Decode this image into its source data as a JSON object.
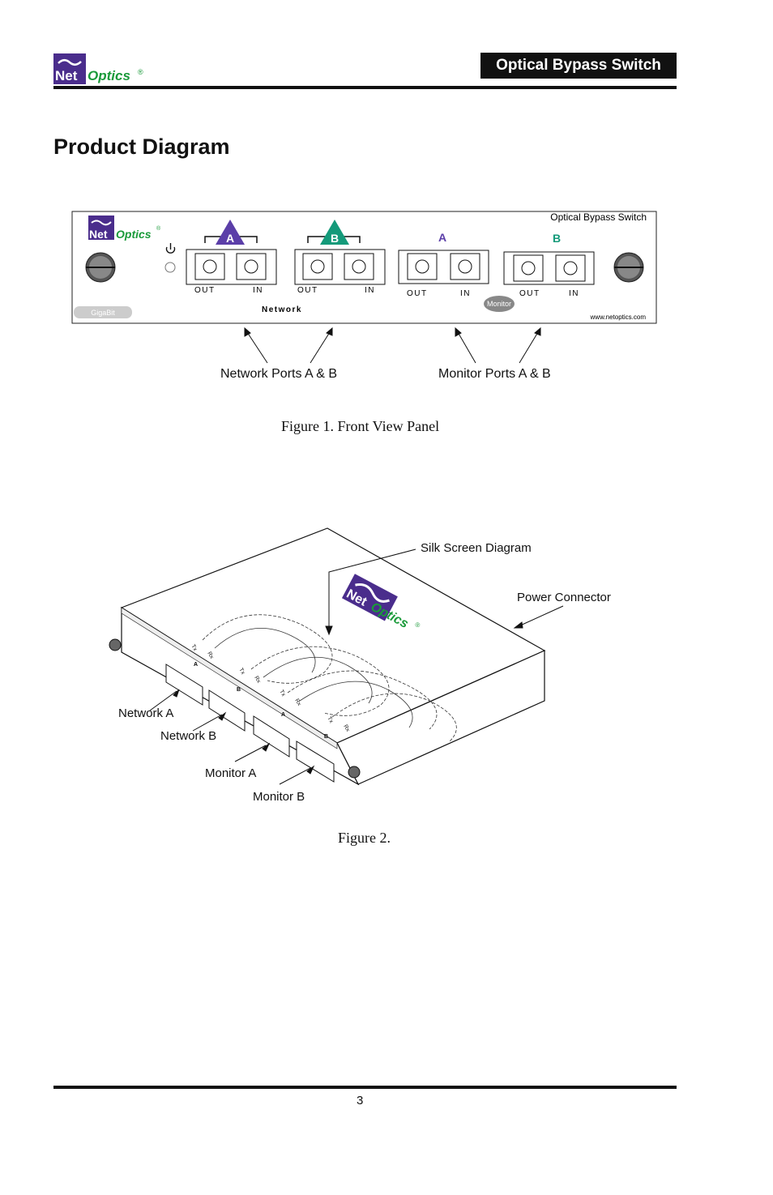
{
  "header": {
    "logo_net": "Net",
    "logo_optics": "Optics",
    "logo_reg": "®",
    "product": "Optical Bypass Switch"
  },
  "page_title": "Product Diagram",
  "figure1": {
    "panel_title": "Optical Bypass Switch",
    "logo_net": "Net",
    "logo_optics": "Optics",
    "logo_reg": "®",
    "port_a": "A",
    "port_b": "B",
    "out": "OUT",
    "in": "IN",
    "network_label": "Network",
    "monitor_badge": "Monitor",
    "gigabit": "GigaBit",
    "url": "www.netoptics.com",
    "callout_network": "Network Ports A & B",
    "callout_monitor": "Monitor Ports A & B",
    "caption": "Figure 1. Front View Panel"
  },
  "figure2": {
    "silk_screen": "Silk Screen Diagram",
    "power_connector": "Power Connector",
    "network_a": "Network A",
    "network_b": "Network B",
    "monitor_a": "Monitor A",
    "monitor_b": "Monitor B",
    "tx": "Tx",
    "rx": "Rx",
    "port_a": "A",
    "port_b": "B",
    "logo_net": "Net",
    "logo_optics": "Optics",
    "logo_reg": "®",
    "caption": "Figure 2."
  },
  "footer": {
    "page_number": "3"
  },
  "colors": {
    "brand_purple": "#4a2d8c",
    "brand_green": "#1a9a3a",
    "teal": "#149a7a"
  }
}
